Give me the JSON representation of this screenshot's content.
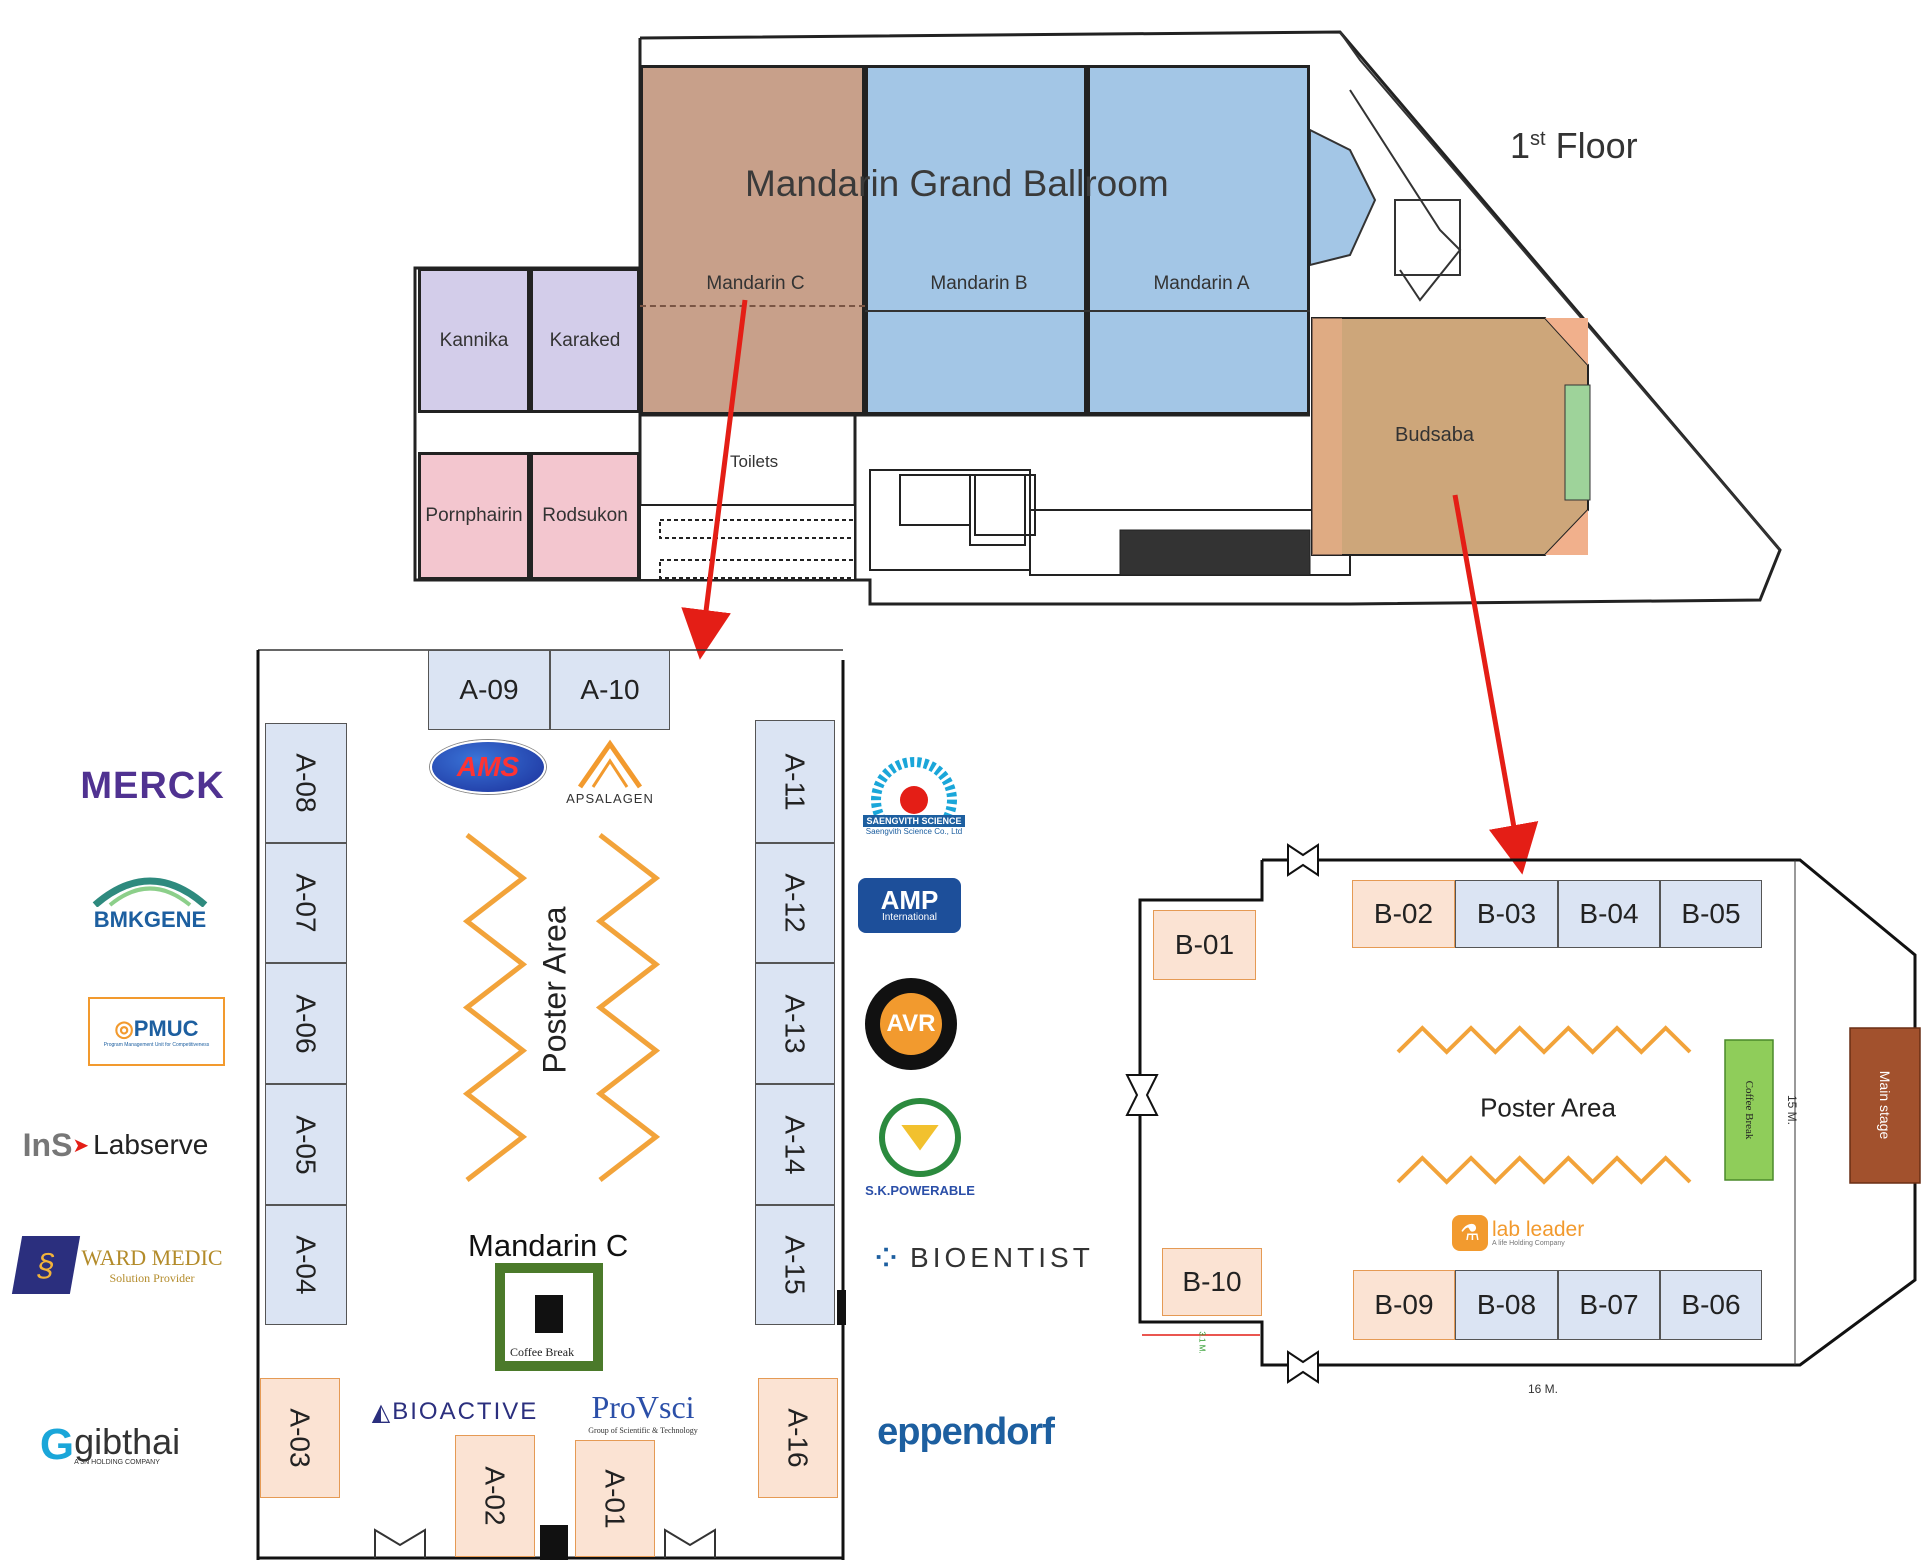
{
  "floor_plan": {
    "floor_label_prefix": "1",
    "floor_label_sup": "st",
    "floor_label_suffix": " Floor",
    "ballroom_title": "Mandarin Grand Ballroom",
    "rooms": {
      "mandarin_c": "Mandarin C",
      "mandarin_b": "Mandarin B",
      "mandarin_a": "Mandarin A",
      "kannika": "Kannika",
      "karaked": "Karaked",
      "pornphairin": "Pornphairin",
      "rodsukon": "Rodsukon",
      "toilets": "Toilets",
      "budsaba": "Budsaba"
    },
    "colors": {
      "mandarin_c": "#c8a08a",
      "mandarin_ab": "#a3c6e6",
      "small_rooms_purple": "#d3cdea",
      "small_rooms_pink": "#f3c6cf",
      "budsaba": "#cda67a",
      "arrow": "#e41e16"
    }
  },
  "mandarin_c_plan": {
    "title": "Mandarin C",
    "poster_area": "Poster Area",
    "coffee_break": "Coffee Break",
    "booths": {
      "a01": "A-01",
      "a02": "A-02",
      "a03": "A-03",
      "a04": "A-04",
      "a05": "A-05",
      "a06": "A-06",
      "a07": "A-07",
      "a08": "A-08",
      "a09": "A-09",
      "a10": "A-10",
      "a11": "A-11",
      "a12": "A-12",
      "a13": "A-13",
      "a14": "A-14",
      "a15": "A-15",
      "a16": "A-16"
    }
  },
  "budsaba_plan": {
    "poster_area": "Poster Area",
    "coffee_break": "Coffee Break",
    "main_stage": "Main stage",
    "width_label": "16 M.",
    "height_label": "15 M.",
    "gap_label": "3.1 M.",
    "booths": {
      "b01": "B-01",
      "b02": "B-02",
      "b03": "B-03",
      "b04": "B-04",
      "b05": "B-05",
      "b06": "B-06",
      "b07": "B-07",
      "b08": "B-08",
      "b09": "B-09",
      "b10": "B-10"
    }
  },
  "sponsors": {
    "merck": "MERCK",
    "bmkgene": "BMKGENE",
    "pmuc": "PMUC",
    "pmuc_sub": "Program Management Unit for Competitiveness",
    "labserve_ins": "InS",
    "labserve": "Labserve",
    "ward_medic": "WARD MEDIC",
    "ward_medic_sub": "Solution Provider",
    "gibthai": "gibthai",
    "gibthai_sub": "A 3N HOLDING COMPANY",
    "ams": "AMS",
    "apsalagen": "APSALAGEN",
    "saengvith": "SAENGVITH SCIENCE",
    "saengvith_sub": "Saengvith Science Co., Ltd",
    "amp": "AMP",
    "amp_sub": "International",
    "avr": "AVR",
    "sk_powerable": "S.K.POWERABLE",
    "bioentist": "BIOENTIST",
    "bioactive": "BIOACTIVE",
    "provisci": "ProVsci",
    "provisci_sub": "Group of Scientific & Technology",
    "eppendorf": "eppendorf",
    "lab_leader": "lab leader",
    "lab_leader_sub": "A life Holding Company"
  }
}
